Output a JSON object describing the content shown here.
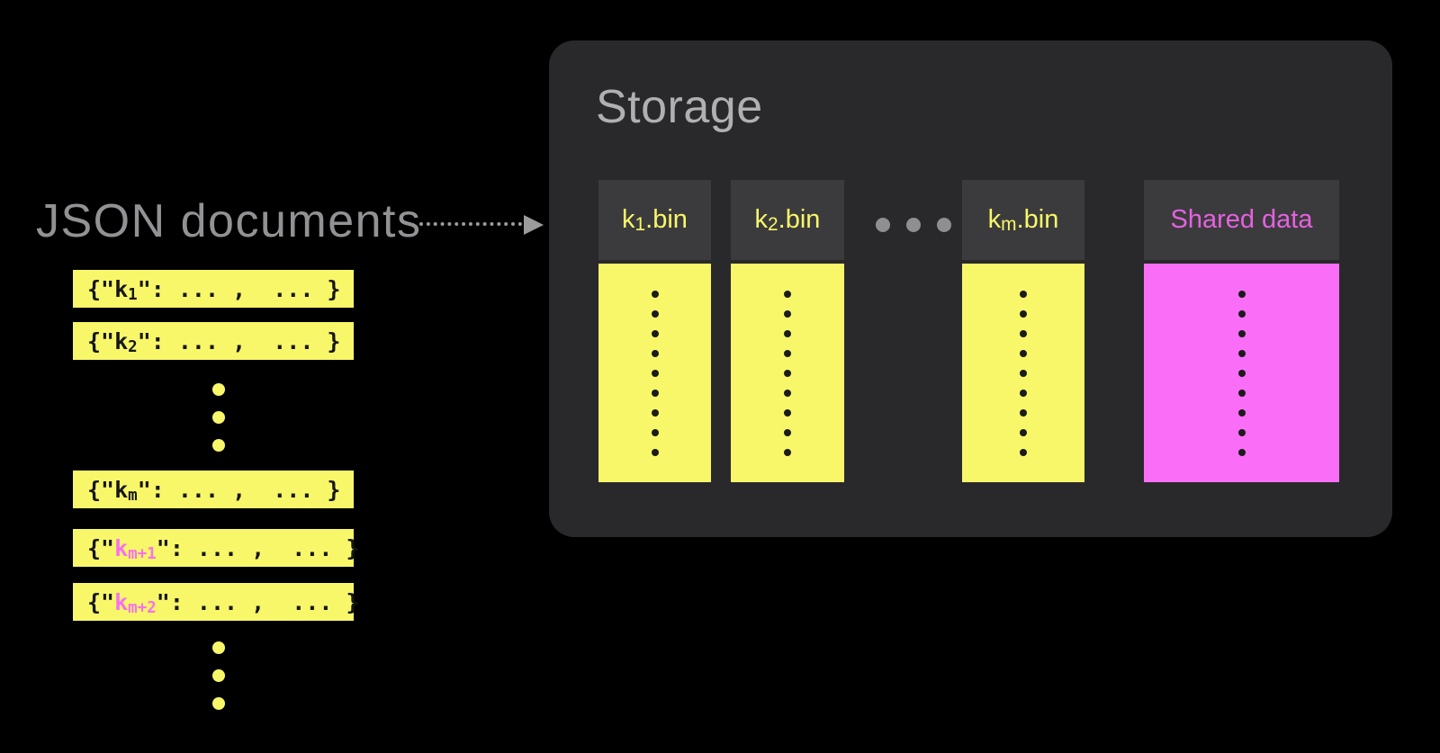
{
  "background_color": "#000000",
  "documents": {
    "label": "JSON documents",
    "label_color": "#929295",
    "bar_color": "#f8f76a",
    "text_color": "#161616",
    "highlight_key_color": "#f970ee",
    "ellipsis_dot_count": 3,
    "ellipsis_dot_color": "#f8f76a",
    "bars": [
      {
        "pre": "{\"",
        "key": "k",
        "sub": "1",
        "post": "\": ... ,  ... }",
        "key_color": "#161616"
      },
      {
        "pre": "{\"",
        "key": "k",
        "sub": "2",
        "post": "\": ... ,  ... }",
        "key_color": "#161616"
      },
      {
        "pre": "{\"",
        "key": "k",
        "sub": "m",
        "post": "\": ... ,  ... }",
        "key_color": "#161616"
      },
      {
        "pre": "{\"",
        "key": "k",
        "sub": "m+1",
        "post": "\": ... ,  ... }",
        "key_color": "#f970ee"
      },
      {
        "pre": "{\"",
        "key": "k",
        "sub": "m+2",
        "post": "\": ... ,  ... }",
        "key_color": "#f970ee"
      }
    ]
  },
  "arrow": {
    "color": "#9b9b9b",
    "style": "dotted"
  },
  "storage": {
    "title": "Storage",
    "title_color": "#b0b0b2",
    "panel_color": "#29292c",
    "header_color": "#3b3b3d",
    "body_dot_count": 9,
    "body_dot_color": "#1b1b1b",
    "gap_dot_count": 3,
    "gap_dot_color": "#8f8f92",
    "columns": [
      {
        "key": "k",
        "sub": "1",
        "ext": ".bin",
        "label_color": "#f8f76a",
        "body_color": "#f8f76a"
      },
      {
        "key": "k",
        "sub": "2",
        "ext": ".bin",
        "label_color": "#f8f76a",
        "body_color": "#f8f76a"
      },
      {
        "key": "k",
        "sub": "m",
        "ext": ".bin",
        "label_color": "#f8f76a",
        "body_color": "#f8f76a"
      },
      {
        "label": "Shared data",
        "label_color": "#e561e0",
        "body_color": "#fa6ef7"
      }
    ]
  }
}
